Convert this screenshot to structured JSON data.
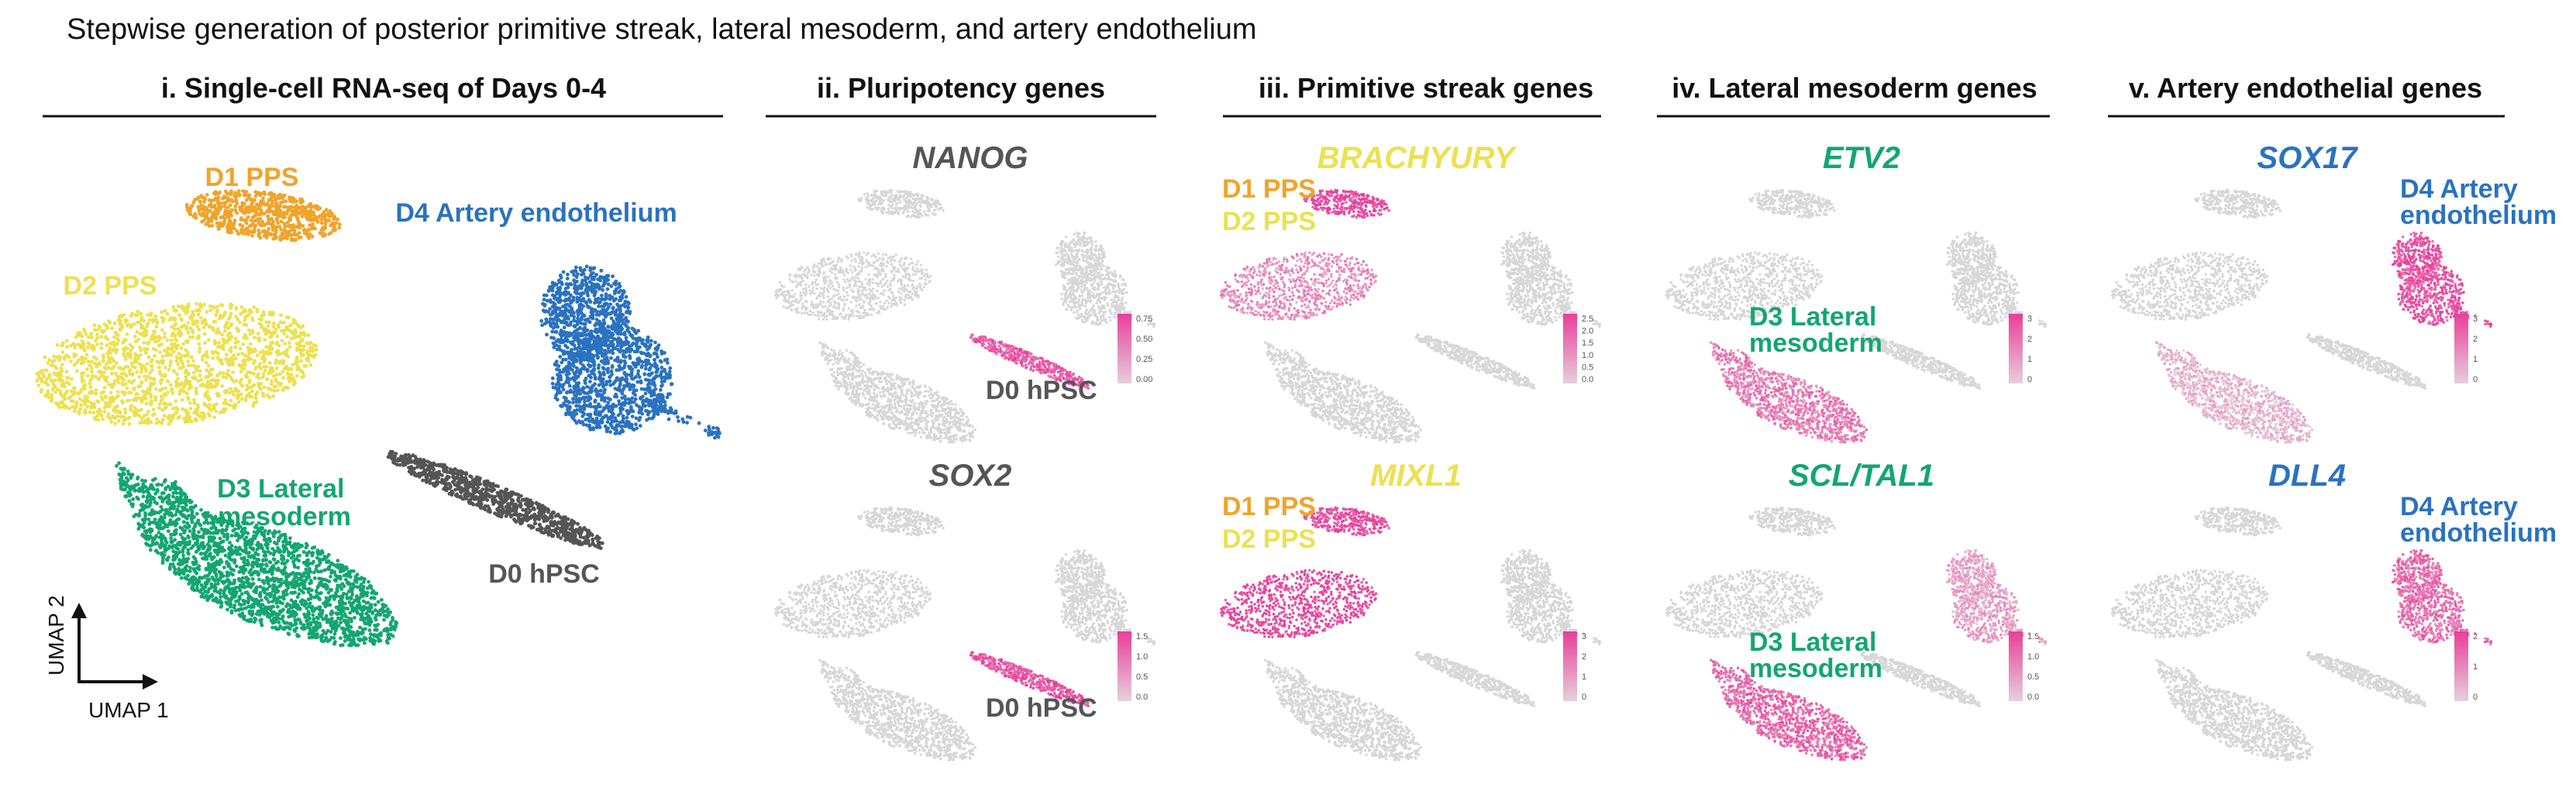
{
  "title": "Stepwise generation of posterior primitive streak, lateral mesoderm, and artery endothelium",
  "sections": [
    {
      "label": "i. Single-cell RNA-seq of Days 0-4"
    },
    {
      "label": "ii. Pluripotency genes"
    },
    {
      "label": "iii. Primitive streak genes"
    },
    {
      "label": "iv. Lateral mesoderm genes"
    },
    {
      "label": "v. Artery endothelial genes"
    }
  ],
  "axes": {
    "xlabel": "UMAP 1",
    "ylabel": "UMAP 2"
  },
  "colors": {
    "D0": "#555555",
    "D1": "#f0a42a",
    "D2": "#ece150",
    "D3": "#13a670",
    "D4": "#2a72c0",
    "grey": "#d7d7d7",
    "pink_low": "#e6d0da",
    "pink_high": "#e83e9a"
  },
  "chart_data": [
    {
      "type": "scatter",
      "panel": "main",
      "clusters": [
        {
          "id": "D1",
          "name": "D1 PPS"
        },
        {
          "id": "D2",
          "name": "D2 PPS"
        },
        {
          "id": "D4",
          "name": "D4 Artery endothelium"
        },
        {
          "id": "D3",
          "name": "D3 Lateral mesoderm"
        },
        {
          "id": "D0",
          "name": "D0 hPSC"
        }
      ]
    },
    {
      "type": "scatter",
      "panel": "feature",
      "gene": "NANOG",
      "gene_color": "#555555",
      "highlight": {
        "D0": 0.8
      },
      "colorbar": {
        "ticks": [
          "0.75",
          "0.50",
          "0.25",
          "0.00"
        ]
      },
      "labels": [
        {
          "text": "D0 hPSC",
          "color": "#555555"
        }
      ]
    },
    {
      "type": "scatter",
      "panel": "feature",
      "gene": "SOX2",
      "gene_color": "#555555",
      "highlight": {
        "D0": 0.85
      },
      "colorbar": {
        "ticks": [
          "1.5",
          "1.0",
          "0.5",
          "0.0"
        ]
      },
      "labels": [
        {
          "text": "D0 hPSC",
          "color": "#555555"
        }
      ]
    },
    {
      "type": "scatter",
      "panel": "feature",
      "gene": "BRACHYURY",
      "gene_color": "#ece150",
      "highlight": {
        "D1": 0.95,
        "D2": 0.45
      },
      "colorbar": {
        "ticks": [
          "2.5",
          "2.0",
          "1.5",
          "1.0",
          "0.5",
          "0.0"
        ]
      },
      "labels": [
        {
          "text": "D1 PPS",
          "color": "#f0a42a"
        },
        {
          "text": "D2 PPS",
          "color": "#ece150"
        }
      ]
    },
    {
      "type": "scatter",
      "panel": "feature",
      "gene": "MIXL1",
      "gene_color": "#ece150",
      "highlight": {
        "D1": 0.9,
        "D2": 0.95
      },
      "colorbar": {
        "ticks": [
          "3",
          "2",
          "1",
          "0"
        ]
      },
      "labels": [
        {
          "text": "D1 PPS",
          "color": "#f0a42a"
        },
        {
          "text": "D2 PPS",
          "color": "#ece150"
        }
      ]
    },
    {
      "type": "scatter",
      "panel": "feature",
      "gene": "ETV2",
      "gene_color": "#13a670",
      "highlight": {
        "D3": 0.55
      },
      "colorbar": {
        "ticks": [
          "3",
          "2",
          "1",
          "0"
        ]
      },
      "labels": [
        {
          "text": "D3 Lateral mesoderm",
          "color": "#13a670"
        }
      ]
    },
    {
      "type": "scatter",
      "panel": "feature",
      "gene": "SCL/TAL1",
      "gene_color": "#13a670",
      "highlight": {
        "D3": 0.7,
        "D4": 0.3
      },
      "colorbar": {
        "ticks": [
          "1.5",
          "1.0",
          "0.5",
          "0.0"
        ]
      },
      "labels": [
        {
          "text": "D3 Lateral mesoderm",
          "color": "#13a670"
        }
      ]
    },
    {
      "type": "scatter",
      "panel": "feature",
      "gene": "SOX17",
      "gene_color": "#2a72c0",
      "highlight": {
        "D4": 0.85,
        "D3": 0.15
      },
      "colorbar": {
        "ticks": [
          "3",
          "2",
          "1",
          "0"
        ]
      },
      "labels": [
        {
          "text": "D4 Artery endothelium",
          "color": "#2a72c0"
        }
      ]
    },
    {
      "type": "scatter",
      "panel": "feature",
      "gene": "DLL4",
      "gene_color": "#2a72c0",
      "highlight": {
        "D4": 0.65
      },
      "colorbar": {
        "ticks": [
          "2",
          "1",
          "0"
        ]
      },
      "labels": [
        {
          "text": "D4 Artery endothelium",
          "color": "#2a72c0"
        }
      ]
    }
  ]
}
